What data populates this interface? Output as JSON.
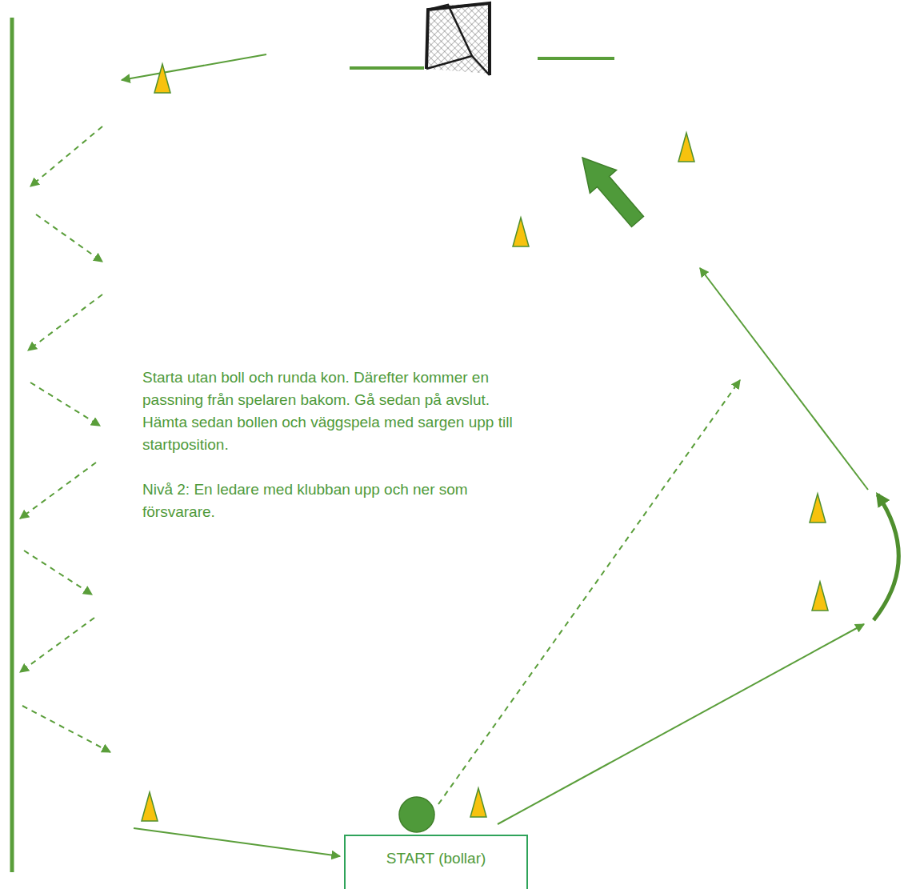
{
  "diagram": {
    "nodes": [
      {
        "text": [
          "START (bollar)"
        ]
      }
    ],
    "labels": [
      "Starta utan boll och runda kon. Därefter kommer en passning från spelaren bakom. Gå sedan på avslut.",
      "Hämta sedan bollen och väggspela med sargen upp till startposition.",
      "Nivå 2: En ledare med klubban upp och ner som försvarare."
    ]
  }
}
